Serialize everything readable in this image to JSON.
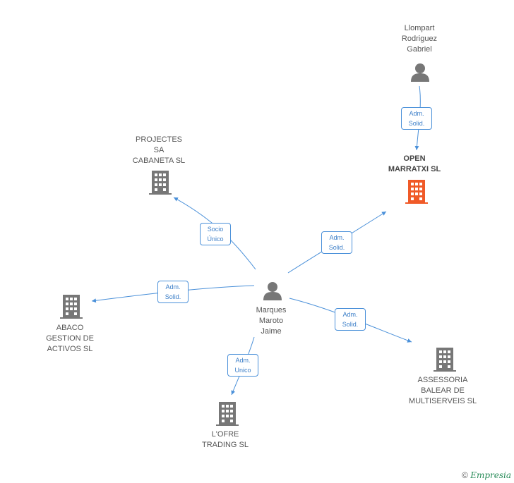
{
  "nodes": {
    "llompart": [
      "Llompart",
      "Rodriguez",
      "Gabriel"
    ],
    "open": [
      "OPEN",
      "MARRATXI SL"
    ],
    "projectes": [
      "PROJECTES",
      "SA",
      "CABANETA SL"
    ],
    "abaco": [
      "ABACO",
      "GESTION DE",
      "ACTIVOS SL"
    ],
    "marques": [
      "Marques",
      "Maroto",
      "Jaime"
    ],
    "assessoria": [
      "ASSESSORIA",
      "BALEAR DE",
      "MULTISERVEIS SL"
    ],
    "lofre": [
      "L'OFRE",
      "TRADING  SL"
    ]
  },
  "edges": {
    "llompart_open": [
      "Adm.",
      "Solid."
    ],
    "marques_projectes": [
      "Socio",
      "Único"
    ],
    "marques_open": [
      "Adm.",
      "Solid."
    ],
    "marques_abaco": [
      "Adm.",
      "Solid."
    ],
    "marques_assessoria": [
      "Adm.",
      "Solid."
    ],
    "marques_lofre": [
      "Adm.",
      "Unico"
    ]
  },
  "footer": {
    "copyright_symbol": "©",
    "brand": "Empresia"
  },
  "colors": {
    "edge": "#4a90d9",
    "company": "#777777",
    "focus_company": "#f05a28",
    "person": "#777777"
  }
}
